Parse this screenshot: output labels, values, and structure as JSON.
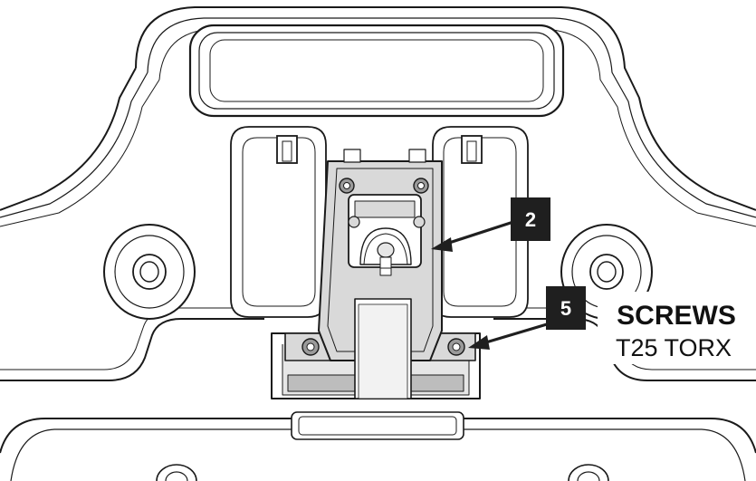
{
  "callouts": [
    {
      "number": "2",
      "target": "latch-mechanism"
    },
    {
      "number": "5",
      "target": "mounting-screw"
    }
  ],
  "screws_label": {
    "title": "SCREWS",
    "spec": "T25 TORX"
  },
  "colors": {
    "line": "#1a1a1a",
    "fill": "#ffffff",
    "shade": "#d9d9d9",
    "dark_shade": "#9a9a9a",
    "callout_bg": "#1f1f1f",
    "arrow": "#1f1f1f"
  }
}
